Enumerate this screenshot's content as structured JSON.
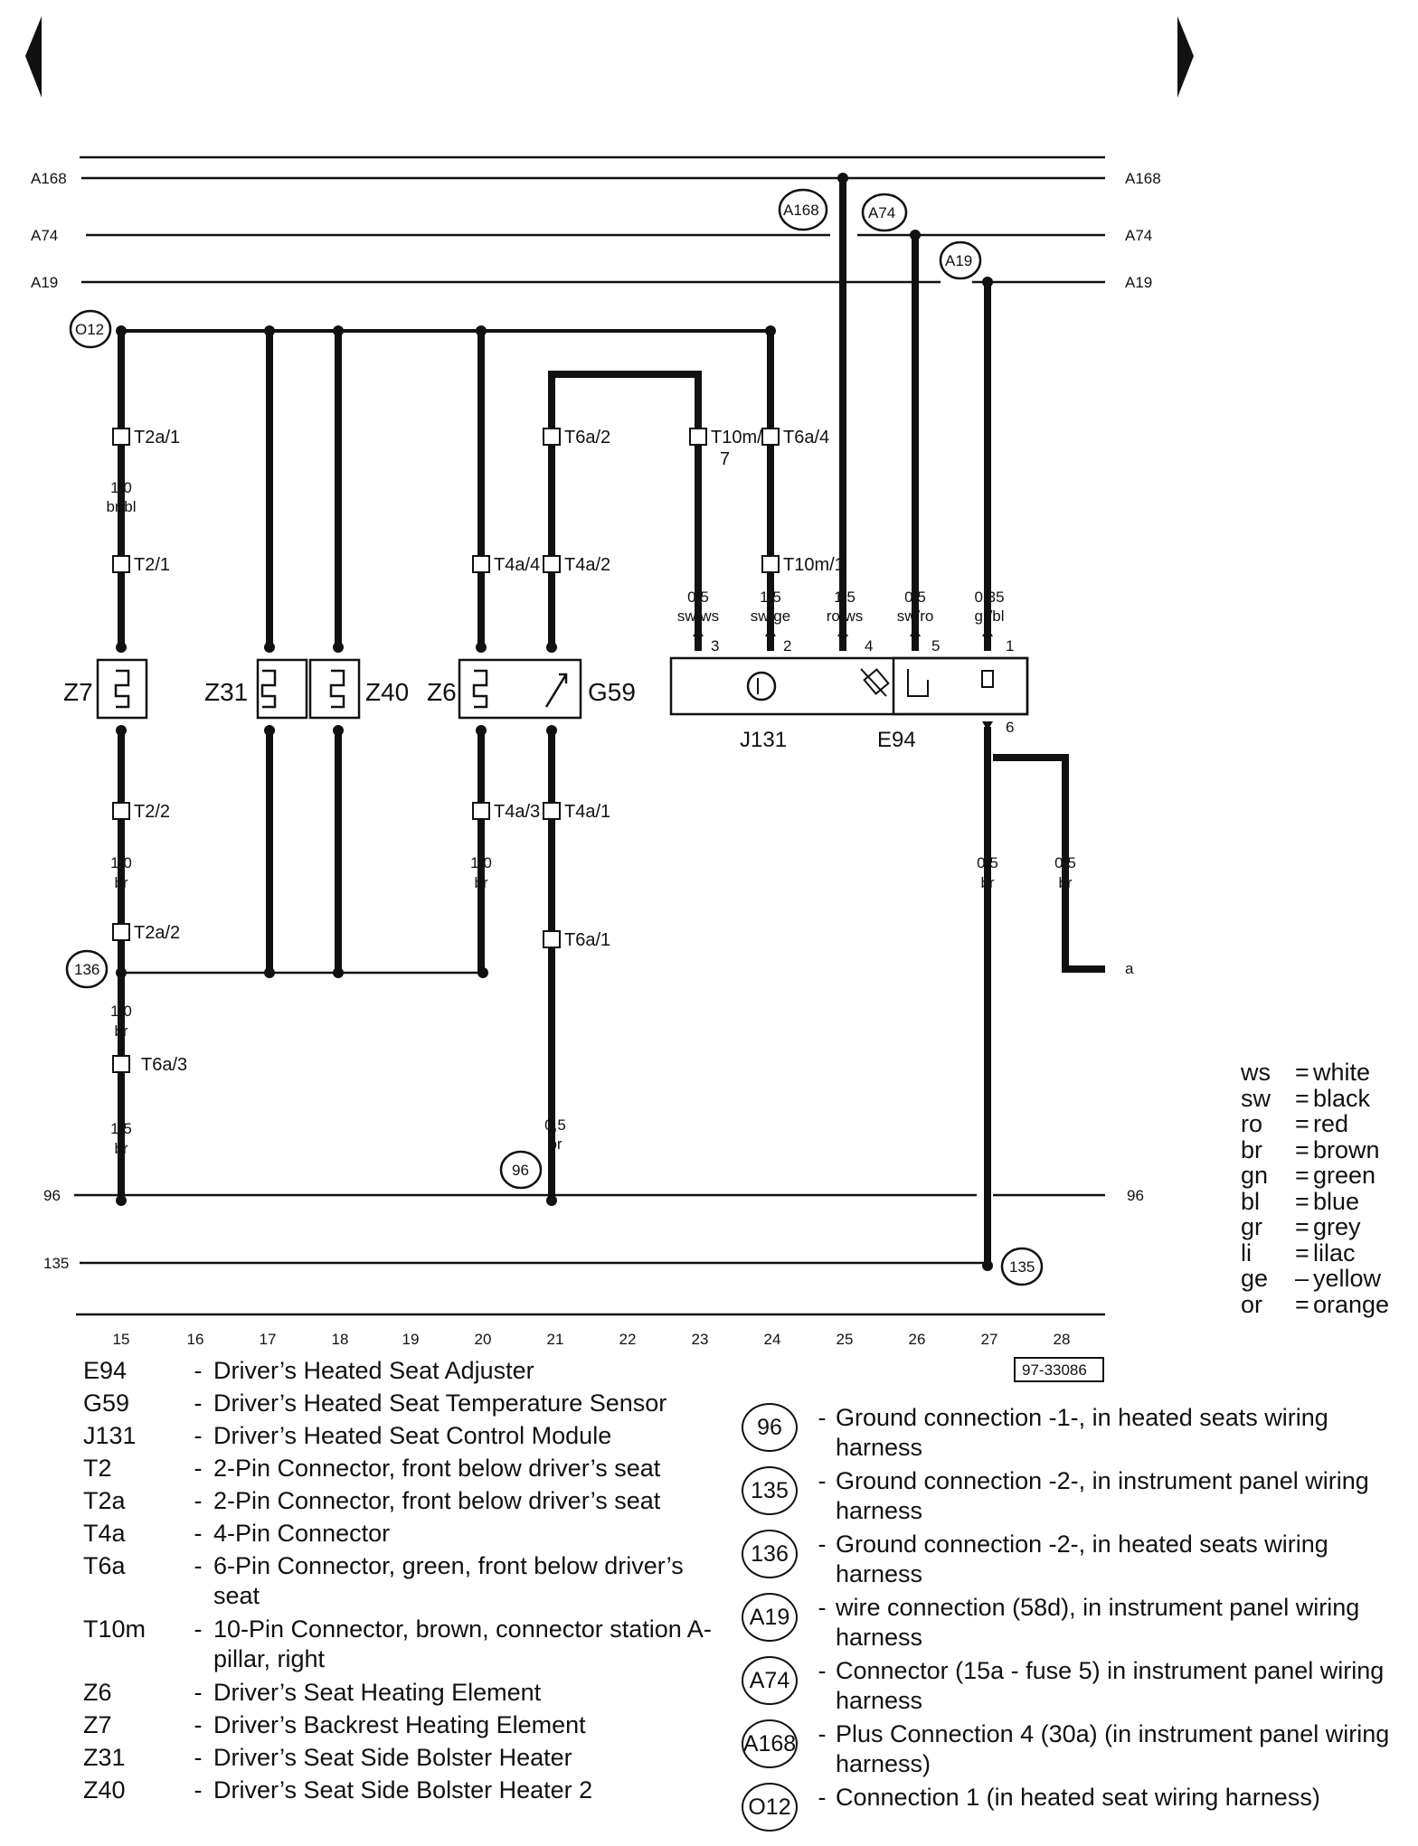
{
  "nav": {
    "prev_icon": "triangle-left-icon",
    "next_icon": "triangle-right-icon"
  },
  "buses": {
    "a168": "A168",
    "a74": "A74",
    "a19": "A19",
    "g96": "96",
    "g135": "135",
    "a": "a"
  },
  "connection_points": {
    "a168": "A168",
    "a74": "A74",
    "a19": "A19",
    "o12": "O12",
    "c136": "136",
    "c96": "96",
    "c135": "135"
  },
  "connectors": {
    "t2a1": "T2a/1",
    "t21": "T2/1",
    "t22": "T2/2",
    "t2a2": "T2a/2",
    "t6a3": "T6a/3",
    "t6a2": "T6a/2",
    "t4a4": "T4a/4",
    "t4a2": "T4a/2",
    "t4a3": "T4a/3",
    "t4a1": "T4a/1",
    "t6a1": "T6a/1",
    "t10m7a": "T10m/",
    "t10m7b": "7",
    "t6a4": "T6a/4",
    "t10m1": "T10m/1"
  },
  "wires": {
    "w15a_a": "1,0",
    "w15a_b": "br/bl",
    "w15b_a": "1,0",
    "w15b_b": "br",
    "w15c_a": "1,0",
    "w15c_b": "br",
    "w15d_a": "1,5",
    "w15d_b": "br",
    "w20_a": "1,0",
    "w20_b": "br",
    "w21_a": "0,5",
    "w21_b": "br",
    "w23_a": "0,5",
    "w23_b": "sw/ws",
    "w24_a": "1,5",
    "w24_b": "sw/ge",
    "w25_a": "1,5",
    "w25_b": "ro/ws",
    "w26_a": "0,5",
    "w26_b": "sw/ro",
    "w27_a": "0,35",
    "w27_b": "gr/bl",
    "w27d_a": "0,5",
    "w27d_b": "br",
    "w28_a": "0,5",
    "w28_b": "br"
  },
  "components": {
    "z7": "Z7",
    "z31": "Z31",
    "z40": "Z40",
    "z6": "Z6",
    "g59": "G59",
    "j131": "J131",
    "e94": "E94"
  },
  "pins": {
    "p3": "3",
    "p2": "2",
    "p4": "4",
    "p5": "5",
    "p1": "1",
    "p6": "6"
  },
  "tracks": [
    "15",
    "16",
    "17",
    "18",
    "19",
    "20",
    "21",
    "22",
    "23",
    "24",
    "25",
    "26",
    "27",
    "28"
  ],
  "ref_code": "97-33086",
  "legend": [
    {
      "code": "E94",
      "dash": "-",
      "desc": "Driver’s Heated Seat Adjuster"
    },
    {
      "code": "G59",
      "dash": "-",
      "desc": "Driver’s Heated Seat Temperature Sensor"
    },
    {
      "code": "J131",
      "dash": "-",
      "desc": "Driver’s Heated Seat Control Module"
    },
    {
      "code": "T2",
      "dash": "-",
      "desc": "2-Pin Connector, front below driver’s seat"
    },
    {
      "code": "T2a",
      "dash": "-",
      "desc": "2-Pin Connector, front below driver’s seat"
    },
    {
      "code": "T4a",
      "dash": "-",
      "desc": "4-Pin Connector"
    },
    {
      "code": "T6a",
      "dash": "-",
      "desc": "6-Pin Connector, green, front below driver’s seat"
    },
    {
      "code": "T10m",
      "dash": "-",
      "desc": "10-Pin Connector, brown, connector station A-pillar, right"
    },
    {
      "code": "Z6",
      "dash": "-",
      "desc": "Driver’s Seat Heating Element"
    },
    {
      "code": "Z7",
      "dash": "-",
      "desc": "Driver’s Backrest Heating Element"
    },
    {
      "code": "Z31",
      "dash": "-",
      "desc": "Driver’s Seat Side Bolster Heater"
    },
    {
      "code": "Z40",
      "dash": "-",
      "desc": "Driver’s Seat Side Bolster Heater 2"
    }
  ],
  "color_codes": [
    {
      "code": "ws",
      "eq": "=",
      "name": "white"
    },
    {
      "code": "sw",
      "eq": "=",
      "name": "black"
    },
    {
      "code": "ro",
      "eq": "=",
      "name": "red"
    },
    {
      "code": "br",
      "eq": "=",
      "name": "brown"
    },
    {
      "code": "gn",
      "eq": "=",
      "name": "green"
    },
    {
      "code": "bl",
      "eq": "=",
      "name": "blue"
    },
    {
      "code": "gr",
      "eq": "=",
      "name": "grey"
    },
    {
      "code": "li",
      "eq": "=",
      "name": "lilac"
    },
    {
      "code": "ge",
      "eq": "–",
      "name": "yellow"
    },
    {
      "code": "or",
      "eq": "=",
      "name": "orange"
    }
  ],
  "grounds": [
    {
      "id": "96",
      "dash": "-",
      "desc": "Ground connection -1-, in heated seats wiring harness"
    },
    {
      "id": "135",
      "dash": "-",
      "desc": "Ground connection -2-, in instrument panel wiring harness"
    },
    {
      "id": "136",
      "dash": "-",
      "desc": "Ground connection -2-, in heated seats wiring harness"
    },
    {
      "id": "A19",
      "dash": "-",
      "desc": "wire connection (58d), in instrument panel wiring harness"
    },
    {
      "id": "A74",
      "dash": "-",
      "desc": "Connector (15a - fuse 5) in instrument panel wiring harness"
    },
    {
      "id": "A168",
      "dash": "-",
      "desc": "Plus Connection 4 (30a) (in instrument panel wiring harness)"
    },
    {
      "id": "O12",
      "dash": "-",
      "desc": "Connection 1 (in heated seat wiring harness)"
    }
  ],
  "colors": {
    "ink": "#111111",
    "paper": "#ffffff"
  }
}
